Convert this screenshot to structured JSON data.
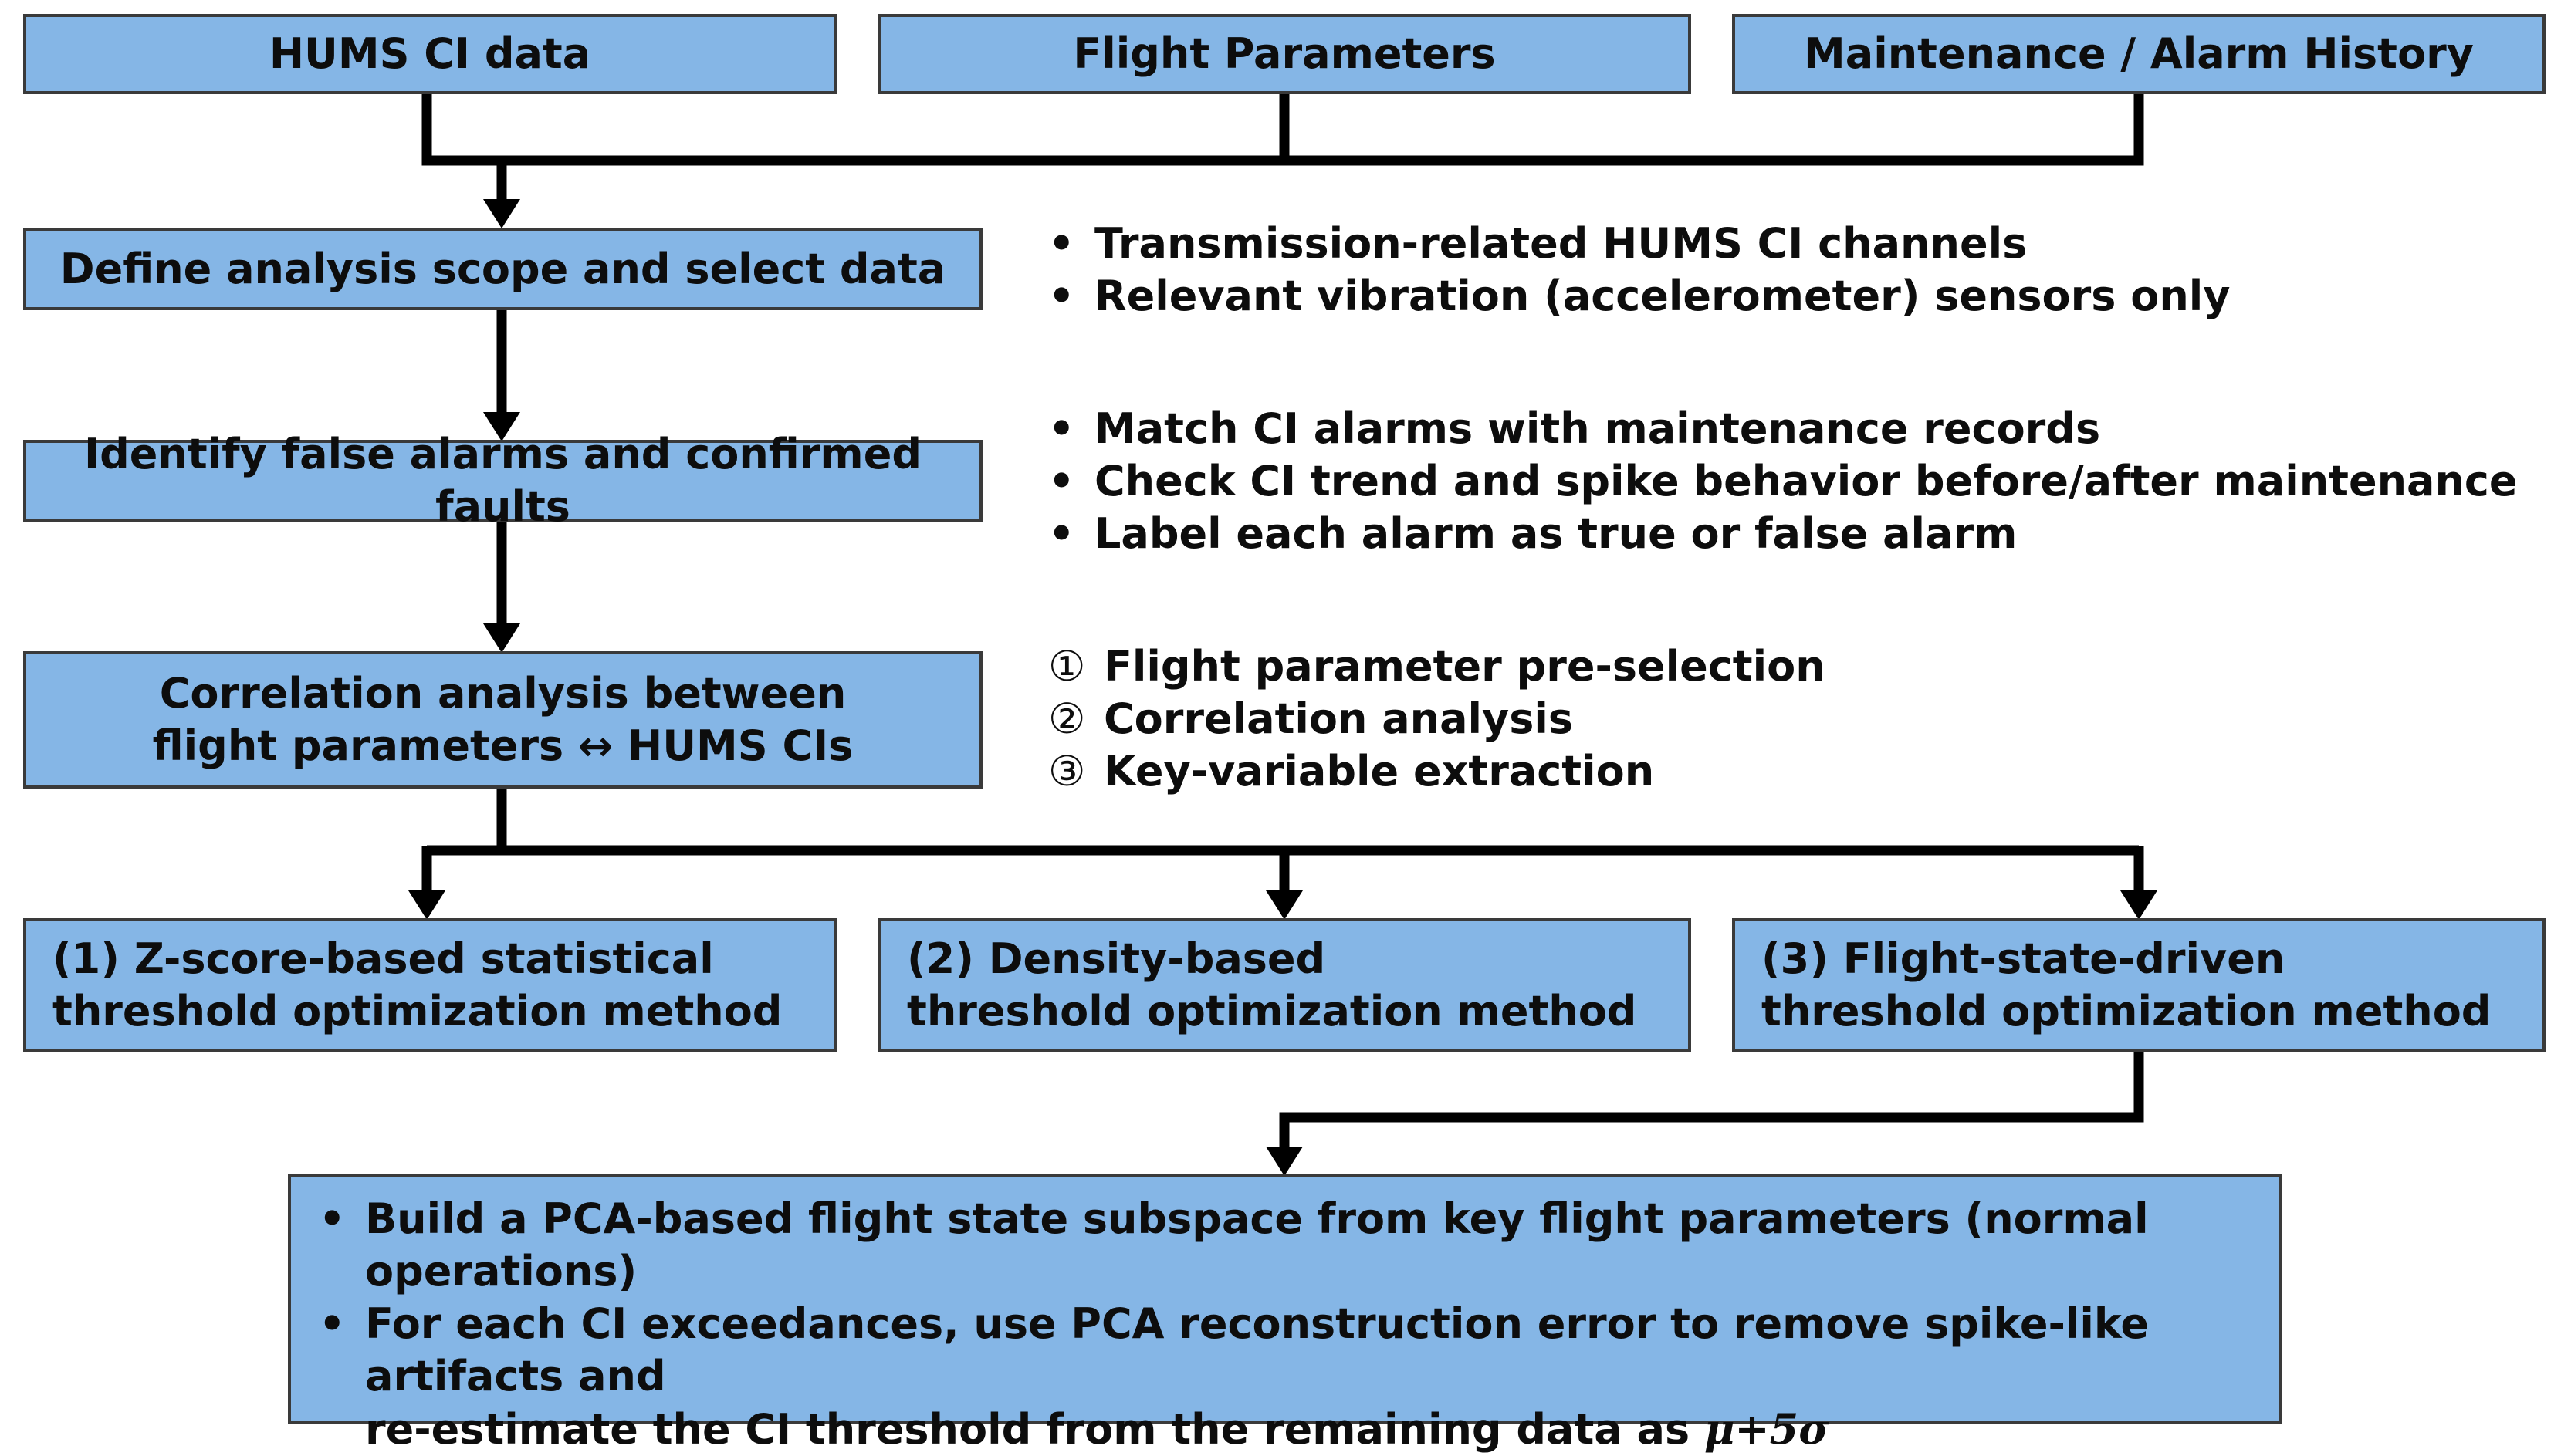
{
  "top_boxes": {
    "hums_ci_data": "HUMS CI data",
    "flight_parameters": "Flight Parameters",
    "maintenance_history": "Maintenance / Alarm History"
  },
  "steps": {
    "define_scope": "Define analysis scope and select data",
    "identify_alarms": "Identify false alarms and confirmed faults",
    "correlation": {
      "line1": "Correlation analysis between",
      "line2": "flight parameters ↔ HUMS CIs"
    }
  },
  "notes": {
    "define_scope": [
      "Transmission-related HUMS CI channels",
      "Relevant vibration (accelerometer) sensors only"
    ],
    "identify_alarms": [
      "Match CI alarms with maintenance records",
      "Check CI trend and spike behavior before/after maintenance",
      "Label each alarm as true or false alarm"
    ],
    "correlation": [
      {
        "marker": "①",
        "text": "Flight parameter pre-selection"
      },
      {
        "marker": "②",
        "text": "Correlation analysis"
      },
      {
        "marker": "③",
        "text": "Key-variable extraction"
      }
    ]
  },
  "methods": [
    {
      "line1": "(1) Z-score-based statistical",
      "line2": "threshold optimization method"
    },
    {
      "line1": "(2) Density-based",
      "line2": "threshold optimization method"
    },
    {
      "line1": "(3) Flight-state-driven",
      "line2": "threshold optimization method"
    }
  ],
  "final_box": {
    "bullet1": "Build a PCA-based flight state subspace from key flight parameters (normal operations)",
    "bullet2_line1": "For each CI exceedances, use PCA reconstruction error to remove spike-like artifacts and",
    "bullet2_line2_prefix": "re-estimate the CI threshold from the remaining data as ",
    "formula": "μ+5σ"
  },
  "bullet_char": "•",
  "colors": {
    "box_fill": "#85b6e6",
    "box_border": "#3a3a3a",
    "connector": "#000000"
  }
}
